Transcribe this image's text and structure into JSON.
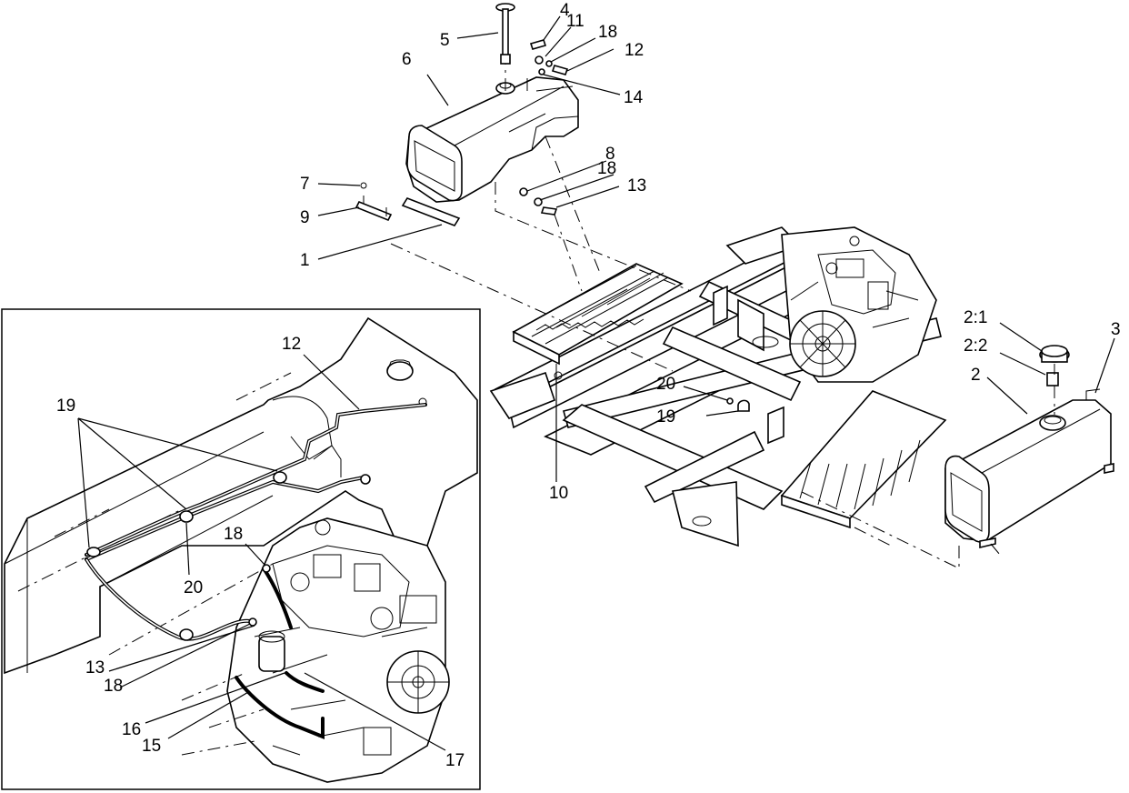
{
  "callouts": [
    {
      "id": "c4",
      "text": "4"
    },
    {
      "id": "c5",
      "text": "5"
    },
    {
      "id": "c11",
      "text": "11"
    },
    {
      "id": "c18a",
      "text": "18"
    },
    {
      "id": "c12a",
      "text": "12"
    },
    {
      "id": "c6",
      "text": "6"
    },
    {
      "id": "c14",
      "text": "14"
    },
    {
      "id": "c8",
      "text": "8"
    },
    {
      "id": "c18b",
      "text": "18"
    },
    {
      "id": "c13a",
      "text": "13"
    },
    {
      "id": "c7",
      "text": "7"
    },
    {
      "id": "c9",
      "text": "9"
    },
    {
      "id": "c1",
      "text": "1"
    },
    {
      "id": "c21",
      "text": "2:1"
    },
    {
      "id": "c3",
      "text": "3"
    },
    {
      "id": "c22",
      "text": "2:2"
    },
    {
      "id": "c2",
      "text": "2"
    },
    {
      "id": "c20a",
      "text": "20"
    },
    {
      "id": "c19a",
      "text": "19"
    },
    {
      "id": "c10",
      "text": "10"
    },
    {
      "id": "c12b",
      "text": "12"
    },
    {
      "id": "c19b",
      "text": "19"
    },
    {
      "id": "c18c",
      "text": "18"
    },
    {
      "id": "c20b",
      "text": "20"
    },
    {
      "id": "c13b",
      "text": "13"
    },
    {
      "id": "c18d",
      "text": "18"
    },
    {
      "id": "c16",
      "text": "16"
    },
    {
      "id": "c15",
      "text": "15"
    },
    {
      "id": "c17",
      "text": "17"
    }
  ]
}
